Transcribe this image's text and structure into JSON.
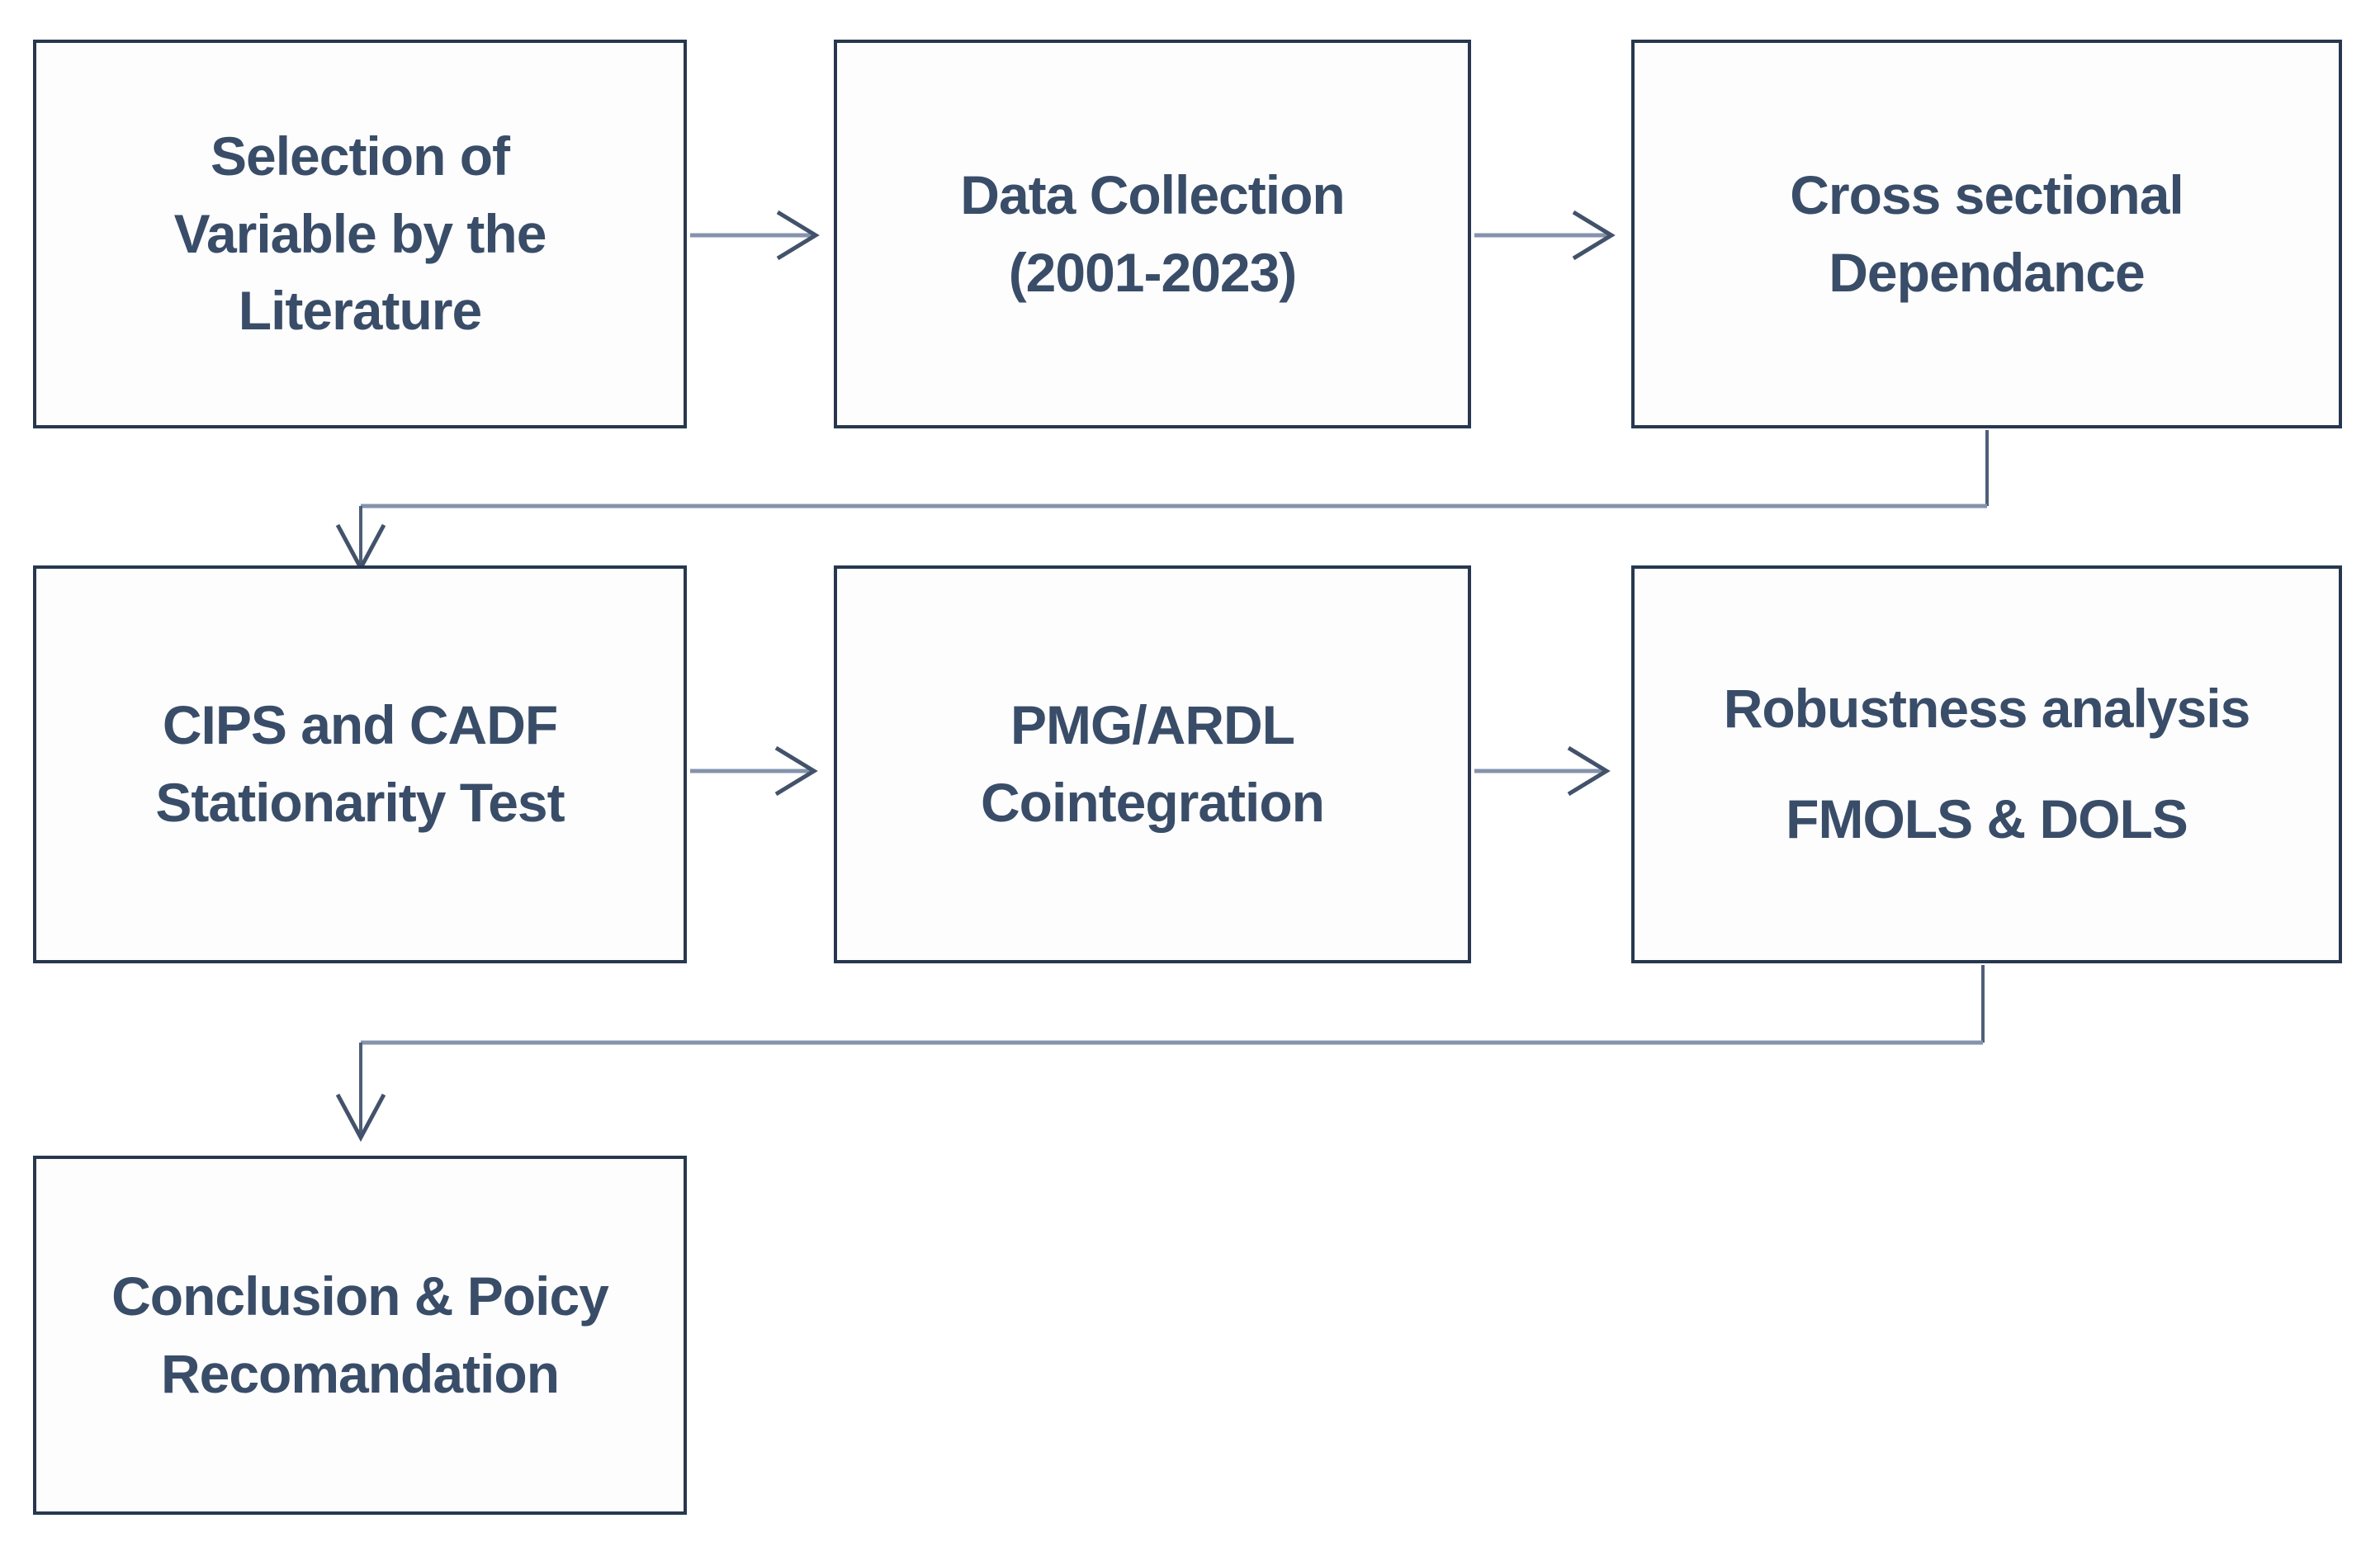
{
  "canvas": {
    "background": "#ffffff"
  },
  "palette": {
    "box_border": "#27374f",
    "box_fill": "#fdfdfe",
    "text": "#394d68",
    "connector_line": "#8593ac",
    "connector_stub": "#4e5e79",
    "arrowhead": "#42526b"
  },
  "boxes": [
    {
      "id": "selection-of-variable",
      "lines": [
        "Selection of",
        "Variable by the",
        "Literature"
      ]
    },
    {
      "id": "data-collection",
      "lines": [
        "Data Collection",
        "(2001-2023)"
      ]
    },
    {
      "id": "cross-sectional-dependance",
      "lines": [
        "Cross sectional",
        "Dependance"
      ]
    },
    {
      "id": "cips-cadf-stationarity-test",
      "lines": [
        "CIPS and CADF",
        "Stationarity Test"
      ]
    },
    {
      "id": "pmg-ardl-cointegration",
      "lines": [
        "PMG/ARDL",
        "Cointegration"
      ]
    },
    {
      "id": "robustness-analysis",
      "lines": [
        "Robustness analysis",
        "FMOLS & DOLS"
      ]
    },
    {
      "id": "conclusion-policy-recommendation",
      "lines": [
        "Conclusion & Poicy",
        "Recomandation"
      ]
    }
  ],
  "connections": [
    {
      "from": "selection-of-variable",
      "to": "data-collection",
      "style": "straight-arrow"
    },
    {
      "from": "data-collection",
      "to": "cross-sectional-dependance",
      "style": "straight-arrow"
    },
    {
      "from": "cross-sectional-dependance",
      "to": "cips-cadf-stationarity-test",
      "style": "elbow-arrow"
    },
    {
      "from": "cips-cadf-stationarity-test",
      "to": "pmg-ardl-cointegration",
      "style": "straight-arrow"
    },
    {
      "from": "pmg-ardl-cointegration",
      "to": "robustness-analysis",
      "style": "straight-arrow"
    },
    {
      "from": "robustness-analysis",
      "to": "conclusion-policy-recommendation",
      "style": "elbow-arrow"
    }
  ]
}
